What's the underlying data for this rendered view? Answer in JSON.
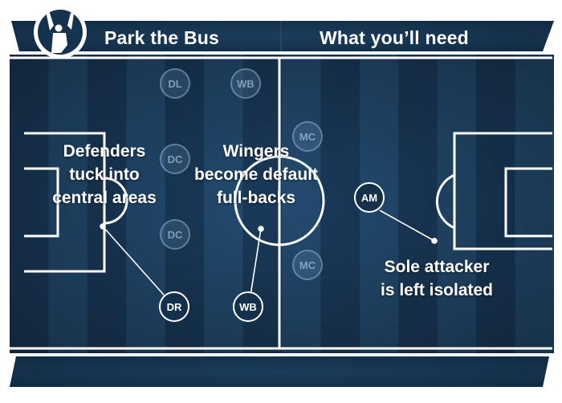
{
  "header": {
    "left_title": "Park the Bus",
    "right_title": "What you’ll need"
  },
  "icons": {
    "header": "footballer-celebrating-icon"
  },
  "colors": {
    "header": "#15334f",
    "pitch_dark": "#1a3a5a",
    "pitch_light": "#234b70",
    "lines": "#ffffff"
  },
  "players": {
    "dl": "DL",
    "wb_top": "WB",
    "dc_upper": "DC",
    "dc_lower": "DC",
    "mc_upper": "MC",
    "mc_lower": "MC",
    "am": "AM",
    "dr": "DR",
    "wb_bottom": "WB"
  },
  "notes": {
    "defenders": [
      "Defenders",
      "tuck into",
      "central areas"
    ],
    "wingers": [
      "Wingers",
      "become default",
      "full-backs"
    ],
    "attacker": [
      "Sole attacker",
      "is left isolated"
    ]
  }
}
